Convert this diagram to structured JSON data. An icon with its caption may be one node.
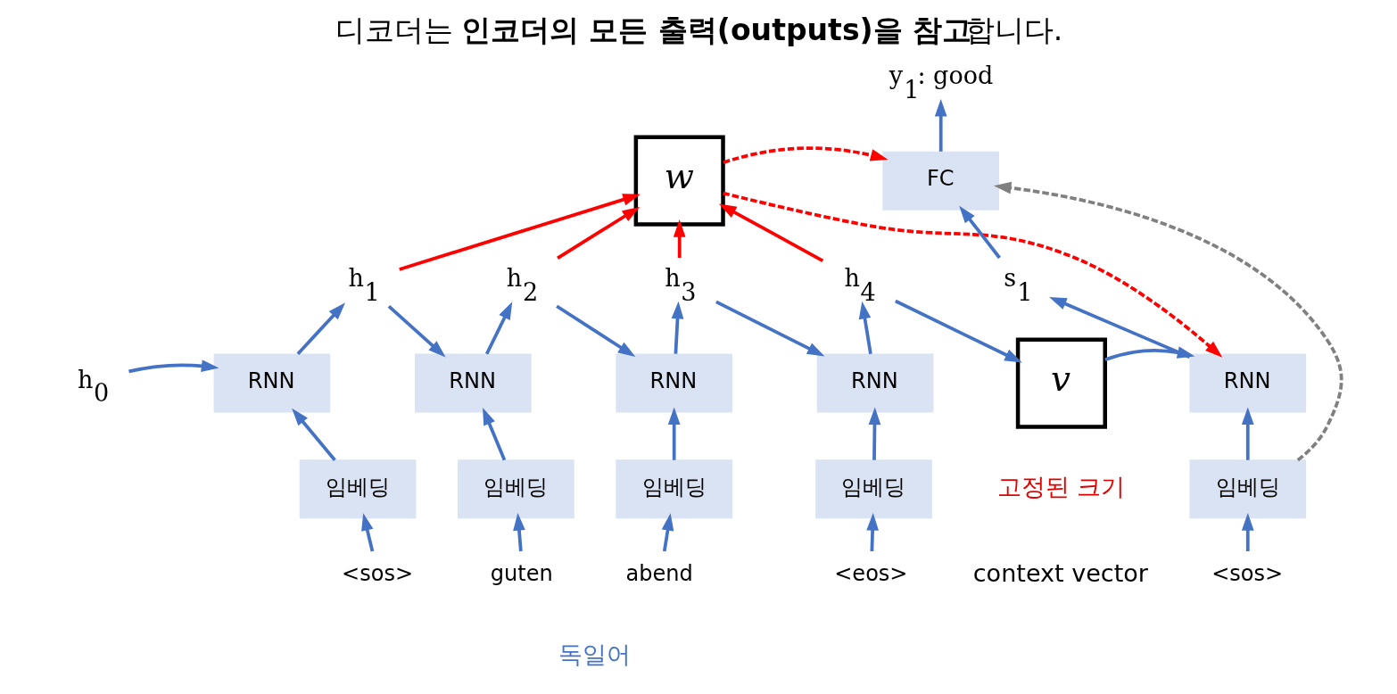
{
  "diagram": {
    "title": "디코더는 **인코더의 모든 출력(outputs)을 참고**합니다.",
    "nodes": [
      {
        "text": [
          "h$_{0}$"
        ]
      },
      {
        "text": [
          "RNN"
        ]
      },
      {
        "text": [
          "RNN"
        ]
      },
      {
        "text": [
          "RNN"
        ]
      },
      {
        "text": [
          "RNN"
        ]
      },
      {
        "text": [
          "임베딩"
        ]
      },
      {
        "text": [
          "임베딩"
        ]
      },
      {
        "text": [
          "임베딩"
        ]
      },
      {
        "text": [
          "임베딩"
        ]
      },
      {
        "text": [
          "<sos>"
        ]
      },
      {
        "text": [
          "guten"
        ]
      },
      {
        "text": [
          "abend"
        ]
      },
      {
        "text": [
          "<eos>"
        ]
      },
      {
        "text": [
          "h$_{1}$"
        ]
      },
      {
        "text": [
          "h$_{2}$"
        ]
      },
      {
        "text": [
          "h$_{3}$"
        ]
      },
      {
        "text": [
          "h$_{4}$"
        ]
      },
      {
        "text": [
          "w"
        ]
      },
      {
        "text": [
          "v"
        ]
      },
      {
        "text": [
          "FC"
        ]
      },
      {
        "text": [
          "RNN"
        ]
      },
      {
        "text": [
          "임베딩"
        ]
      },
      {
        "text": [
          "<sos>"
        ]
      },
      {
        "text": [
          "s$_{1}$"
        ]
      },
      {
        "text": [
          "y$_{1}$: good"
        ]
      }
    ],
    "edges": [
      {
        "from": 0,
        "to": 1,
        "arrow": "to"
      },
      {
        "from": 9,
        "to": 5,
        "arrow": "to"
      },
      {
        "from": 10,
        "to": 6,
        "arrow": "to"
      },
      {
        "from": 11,
        "to": 7,
        "arrow": "to"
      },
      {
        "from": 12,
        "to": 8,
        "arrow": "to"
      },
      {
        "from": 5,
        "to": 1,
        "arrow": "to"
      },
      {
        "from": 6,
        "to": 2,
        "arrow": "to"
      },
      {
        "from": 7,
        "to": 3,
        "arrow": "to"
      },
      {
        "from": 8,
        "to": 4,
        "arrow": "to"
      },
      {
        "from": 1,
        "to": 13,
        "arrow": "to"
      },
      {
        "from": 2,
        "to": 14,
        "arrow": "to"
      },
      {
        "from": 3,
        "to": 15,
        "arrow": "to"
      },
      {
        "from": 4,
        "to": 16,
        "arrow": "to"
      },
      {
        "from": 13,
        "to": 2,
        "arrow": "to"
      },
      {
        "from": 14,
        "to": 3,
        "arrow": "to"
      },
      {
        "from": 15,
        "to": 4,
        "arrow": "to"
      },
      {
        "from": 16,
        "to": 18,
        "arrow": "to"
      },
      {
        "from": 13,
        "to": 17,
        "arrow": "to",
        "color": "#ff0000"
      },
      {
        "from": 14,
        "to": 17,
        "arrow": "to",
        "color": "#ff0000"
      },
      {
        "from": 15,
        "to": 17,
        "arrow": "to",
        "color": "#ff0000"
      },
      {
        "from": 16,
        "to": 17,
        "arrow": "to",
        "color": "#ff0000"
      },
      {
        "from": 17,
        "to": 19,
        "arrow": "to",
        "style": "dashed",
        "color": "#ff0000"
      },
      {
        "from": 17,
        "to": 20,
        "arrow": "to",
        "style": "dashed",
        "color": "#ff0000"
      },
      {
        "from": 18,
        "to": 20,
        "arrow": "to"
      },
      {
        "from": 22,
        "to": 21,
        "arrow": "to"
      },
      {
        "from": 21,
        "to": 20,
        "arrow": "to"
      },
      {
        "from": 20,
        "to": 23,
        "arrow": "to"
      },
      {
        "from": 23,
        "to": 19,
        "arrow": "to"
      },
      {
        "from": 19,
        "to": 24,
        "arrow": "to"
      },
      {
        "from": 21,
        "to": 19,
        "arrow": "to",
        "style": "dashed",
        "color": "#808080"
      }
    ],
    "labels": [
      "고정된 크기",
      "context vector",
      "독일어"
    ]
  }
}
